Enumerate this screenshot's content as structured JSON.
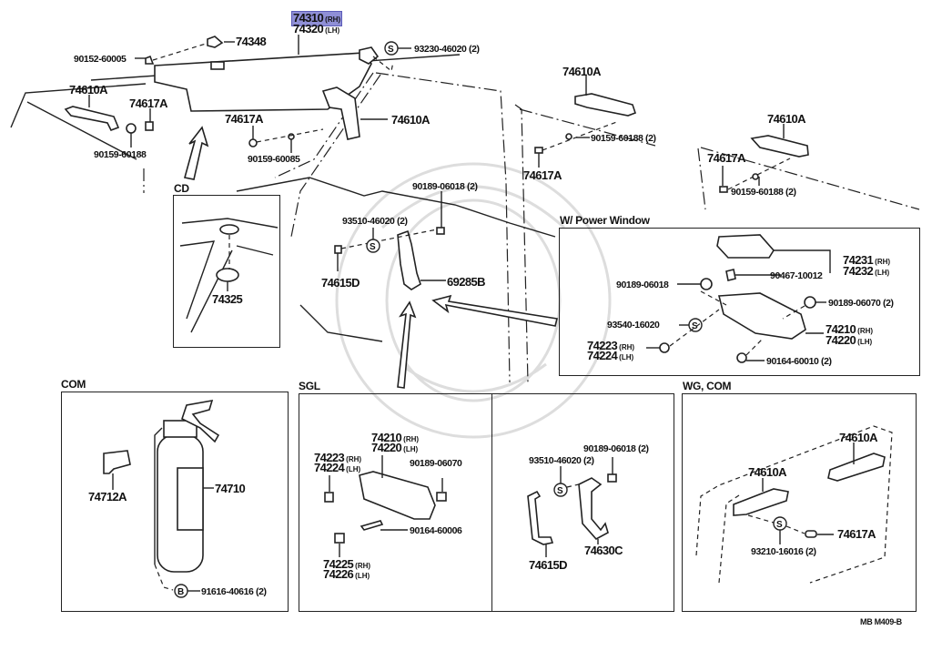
{
  "diagram": {
    "highlighted_part": "74310",
    "footer": "MB  M409-B",
    "sections": {
      "cd": "CD",
      "power_window": "W/ Power Window",
      "com": "COM",
      "sgl": "SGL",
      "wg_com": "WG, COM"
    },
    "main_labels": {
      "visor_rh": {
        "num": "74310",
        "side": "(RH)"
      },
      "visor_lh": {
        "num": "74320",
        "side": "(LH)"
      },
      "holder_74348": "74348",
      "screw_90152": "90152-60005",
      "screw_93230": "93230-46020 (2)",
      "grip_left": "74610A",
      "cap_left": "74617A",
      "screw_left": "90159-60188",
      "cap_mid": "74617A",
      "grip_mid": "74610A",
      "screw_mid": "90159-60085",
      "grip_rear1": "74610A",
      "screw_rear1": "90159-60188 (2)",
      "cap_rear1": "74617A",
      "grip_rear2": "74610A",
      "cap_rear2": "74617A",
      "screw_rear2": "90159-60188 (2)",
      "nut_center": "90189-06018 (2)",
      "screw_center": "93510-46020 (2)",
      "cap_center": "74615D",
      "grip_center": "69285B",
      "cd_part": "74325"
    },
    "power_window_labels": {
      "cover_rh": {
        "num": "74231",
        "side": "(RH)"
      },
      "cover_lh": {
        "num": "74232",
        "side": "(LH)"
      },
      "clip": "90467-10012",
      "nut_left": "90189-06018",
      "nut_right": "90189-06070 (2)",
      "screw_s": "93540-16020",
      "armrest_rh": {
        "num": "74210",
        "side": "(RH)"
      },
      "armrest_lh": {
        "num": "74220",
        "side": "(LH)"
      },
      "cap_rh": {
        "num": "74223",
        "side": "(RH)"
      },
      "cap_lh": {
        "num": "74224",
        "side": "(LH)"
      },
      "screw_bottom": "90164-60010 (2)"
    },
    "com_labels": {
      "bracket": "74712A",
      "extinguisher": "74710",
      "bolt": "91616-40616 (2)"
    },
    "sgl_labels": {
      "armrest_rh": {
        "num": "74210",
        "side": "(RH)"
      },
      "armrest_lh": {
        "num": "74220",
        "side": "(LH)"
      },
      "cap_rh": {
        "num": "74223",
        "side": "(RH)"
      },
      "cap_lh": {
        "num": "74224",
        "side": "(LH)"
      },
      "nut": "90189-06070",
      "screw": "90164-60006",
      "cap2_rh": {
        "num": "74225",
        "side": "(RH)"
      },
      "cap2_lh": {
        "num": "74226",
        "side": "(LH)"
      },
      "nut2": "90189-06018 (2)",
      "screw2": "93510-46020 (2)",
      "grip_d": "74615D",
      "grip_c": "74630C"
    },
    "wg_labels": {
      "grip_upper": "74610A",
      "grip_lower": "74610A",
      "cap": "74617A",
      "screw": "93210-16016 (2)"
    },
    "symbols": {
      "s": "S",
      "b": "B"
    }
  }
}
